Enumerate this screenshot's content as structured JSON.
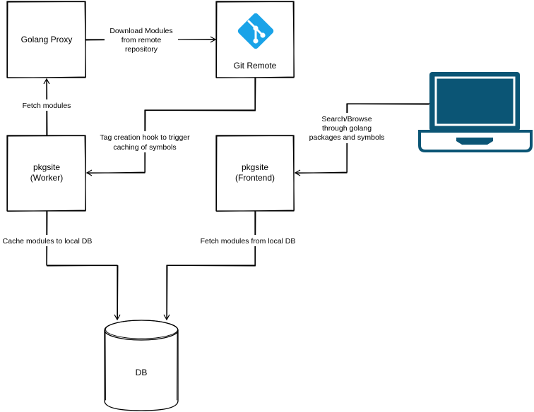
{
  "nodes": {
    "golang_proxy": {
      "label": "Golang Proxy"
    },
    "git_remote": {
      "label": "Git Remote",
      "icon": "git-icon",
      "icon_color": "#1aa3e8"
    },
    "worker": {
      "line1": "pkgsite",
      "line2": "(Worker)"
    },
    "frontend": {
      "line1": "pkgsite",
      "line2": "(Frontend)"
    },
    "db": {
      "label": "DB"
    },
    "laptop": {
      "icon": "laptop-icon",
      "color": "#0b5575"
    }
  },
  "edges": {
    "download": {
      "lines": [
        "Download Modules",
        "from remote",
        "repository"
      ]
    },
    "fetch_modules": {
      "lines": [
        "Fetch modules"
      ]
    },
    "tag_hook": {
      "lines": [
        "Tag creation hook to trigger",
        "caching of symbols"
      ]
    },
    "search": {
      "lines": [
        "Search/Browse",
        "through golang",
        "packages and symbols"
      ]
    },
    "cache": {
      "lines": [
        "Cache modules to local DB"
      ]
    },
    "fetch_local": {
      "lines": [
        "Fetch modules from local DB"
      ]
    }
  }
}
